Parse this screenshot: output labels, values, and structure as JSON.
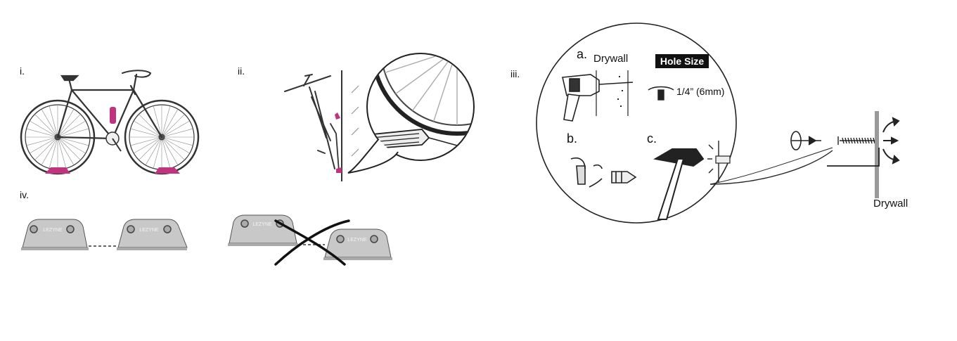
{
  "steps": {
    "step_i": "i.",
    "step_ii": "ii.",
    "step_iii": "iii.",
    "step_iv": "iv."
  },
  "detail": {
    "a_label": "a.",
    "drywall_top": "Drywall",
    "hole_size_badge": "Hole Size",
    "hole_size_value": "1/4” (6mm)",
    "b_label": "b.",
    "c_label": "c."
  },
  "drywall_bottom": "Drywall",
  "pad_logo_text": "LEZYNE",
  "colors": {
    "accent_pink": "#c0337f",
    "pad_grey": "#c8c8c8",
    "line": "#222222"
  }
}
